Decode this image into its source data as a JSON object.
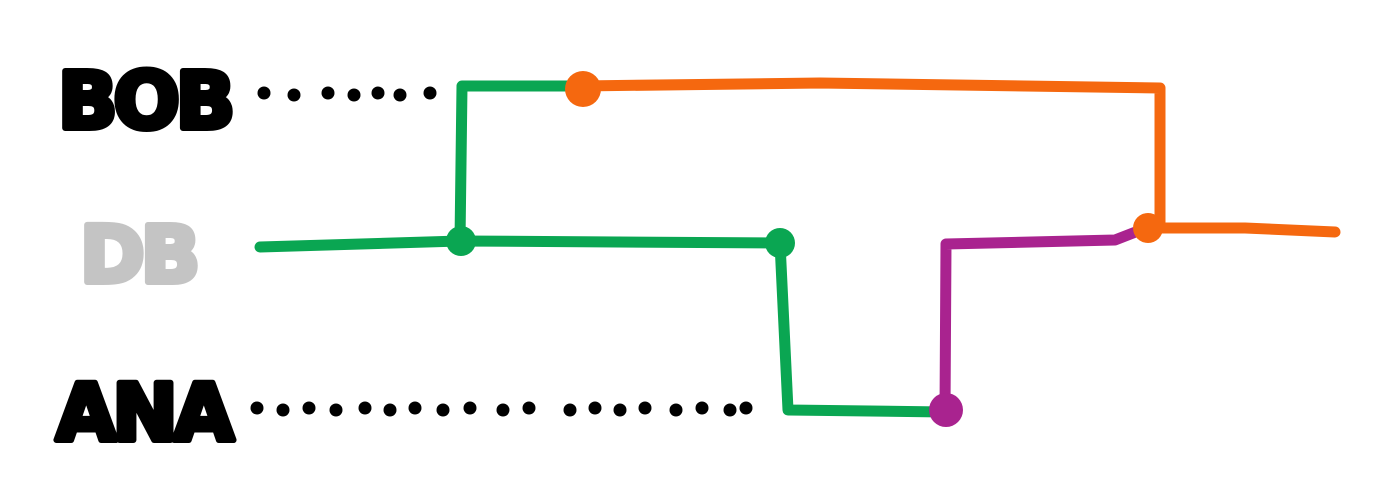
{
  "lanes": [
    {
      "id": "bob",
      "label": "BOB",
      "color": "#000000"
    },
    {
      "id": "db",
      "label": "DB",
      "color": "#c4c4c4"
    },
    {
      "id": "ana",
      "label": "ANA",
      "color": "#000000"
    }
  ],
  "colors": {
    "green": "#0aa652",
    "orange": "#f5680f",
    "purple": "#a9238f",
    "dots": "#000000"
  }
}
